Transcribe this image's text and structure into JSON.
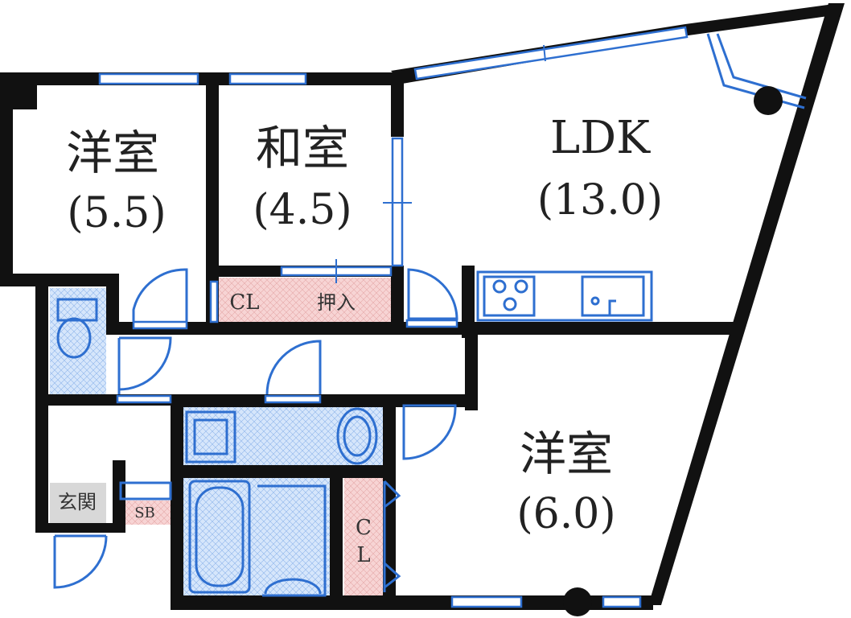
{
  "colors": {
    "wall": "#111111",
    "fixture": "#2e6fd0",
    "storage_fill": "#f4c6c6",
    "wet_tile_fill": "#d6e6fb",
    "entrance_fill": "#d8d8d8"
  },
  "rooms": {
    "western_1": {
      "name": "洋室",
      "size": "(5.5)"
    },
    "japanese": {
      "name": "和室",
      "size": "(4.5)"
    },
    "ldk": {
      "name": "LDK",
      "size": "(13.0)"
    },
    "western_2": {
      "name": "洋室",
      "size": "(6.0)"
    }
  },
  "labels": {
    "closet_1": "CL",
    "oshiire": "押入",
    "genkan": "玄関",
    "shoe_box": "SB",
    "closet_2_top": "C",
    "closet_2_bottom": "L"
  }
}
